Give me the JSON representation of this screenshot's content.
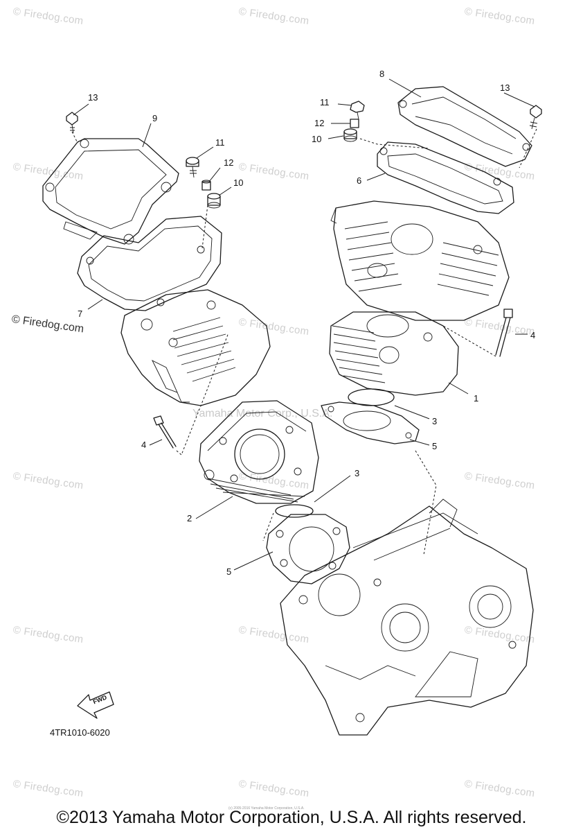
{
  "diagram_code": "4TR1010-6020",
  "copyright": "©2013 Yamaha Motor Corporation, U.S.A. All rights reserved.",
  "fine_print": "(c) 2005-2016 Yamaha Motor Corporation, U.S.A.",
  "center_watermark": "Yamaha Motor Corp., U.S.A.",
  "watermark": "© Firedog.com",
  "fwd_label": "FWD",
  "callouts": {
    "c13a": "13",
    "c9": "9",
    "c11a": "11",
    "c12a": "12",
    "c10a": "10",
    "c7": "7",
    "c8": "8",
    "c13b": "13",
    "c11b": "11",
    "c12b": "12",
    "c10b": "10",
    "c6": "6",
    "c4a": "4",
    "c1": "1",
    "c3a": "3",
    "c5a": "5",
    "c4b": "4",
    "c3b": "3",
    "c2": "2",
    "c5b": "5"
  }
}
